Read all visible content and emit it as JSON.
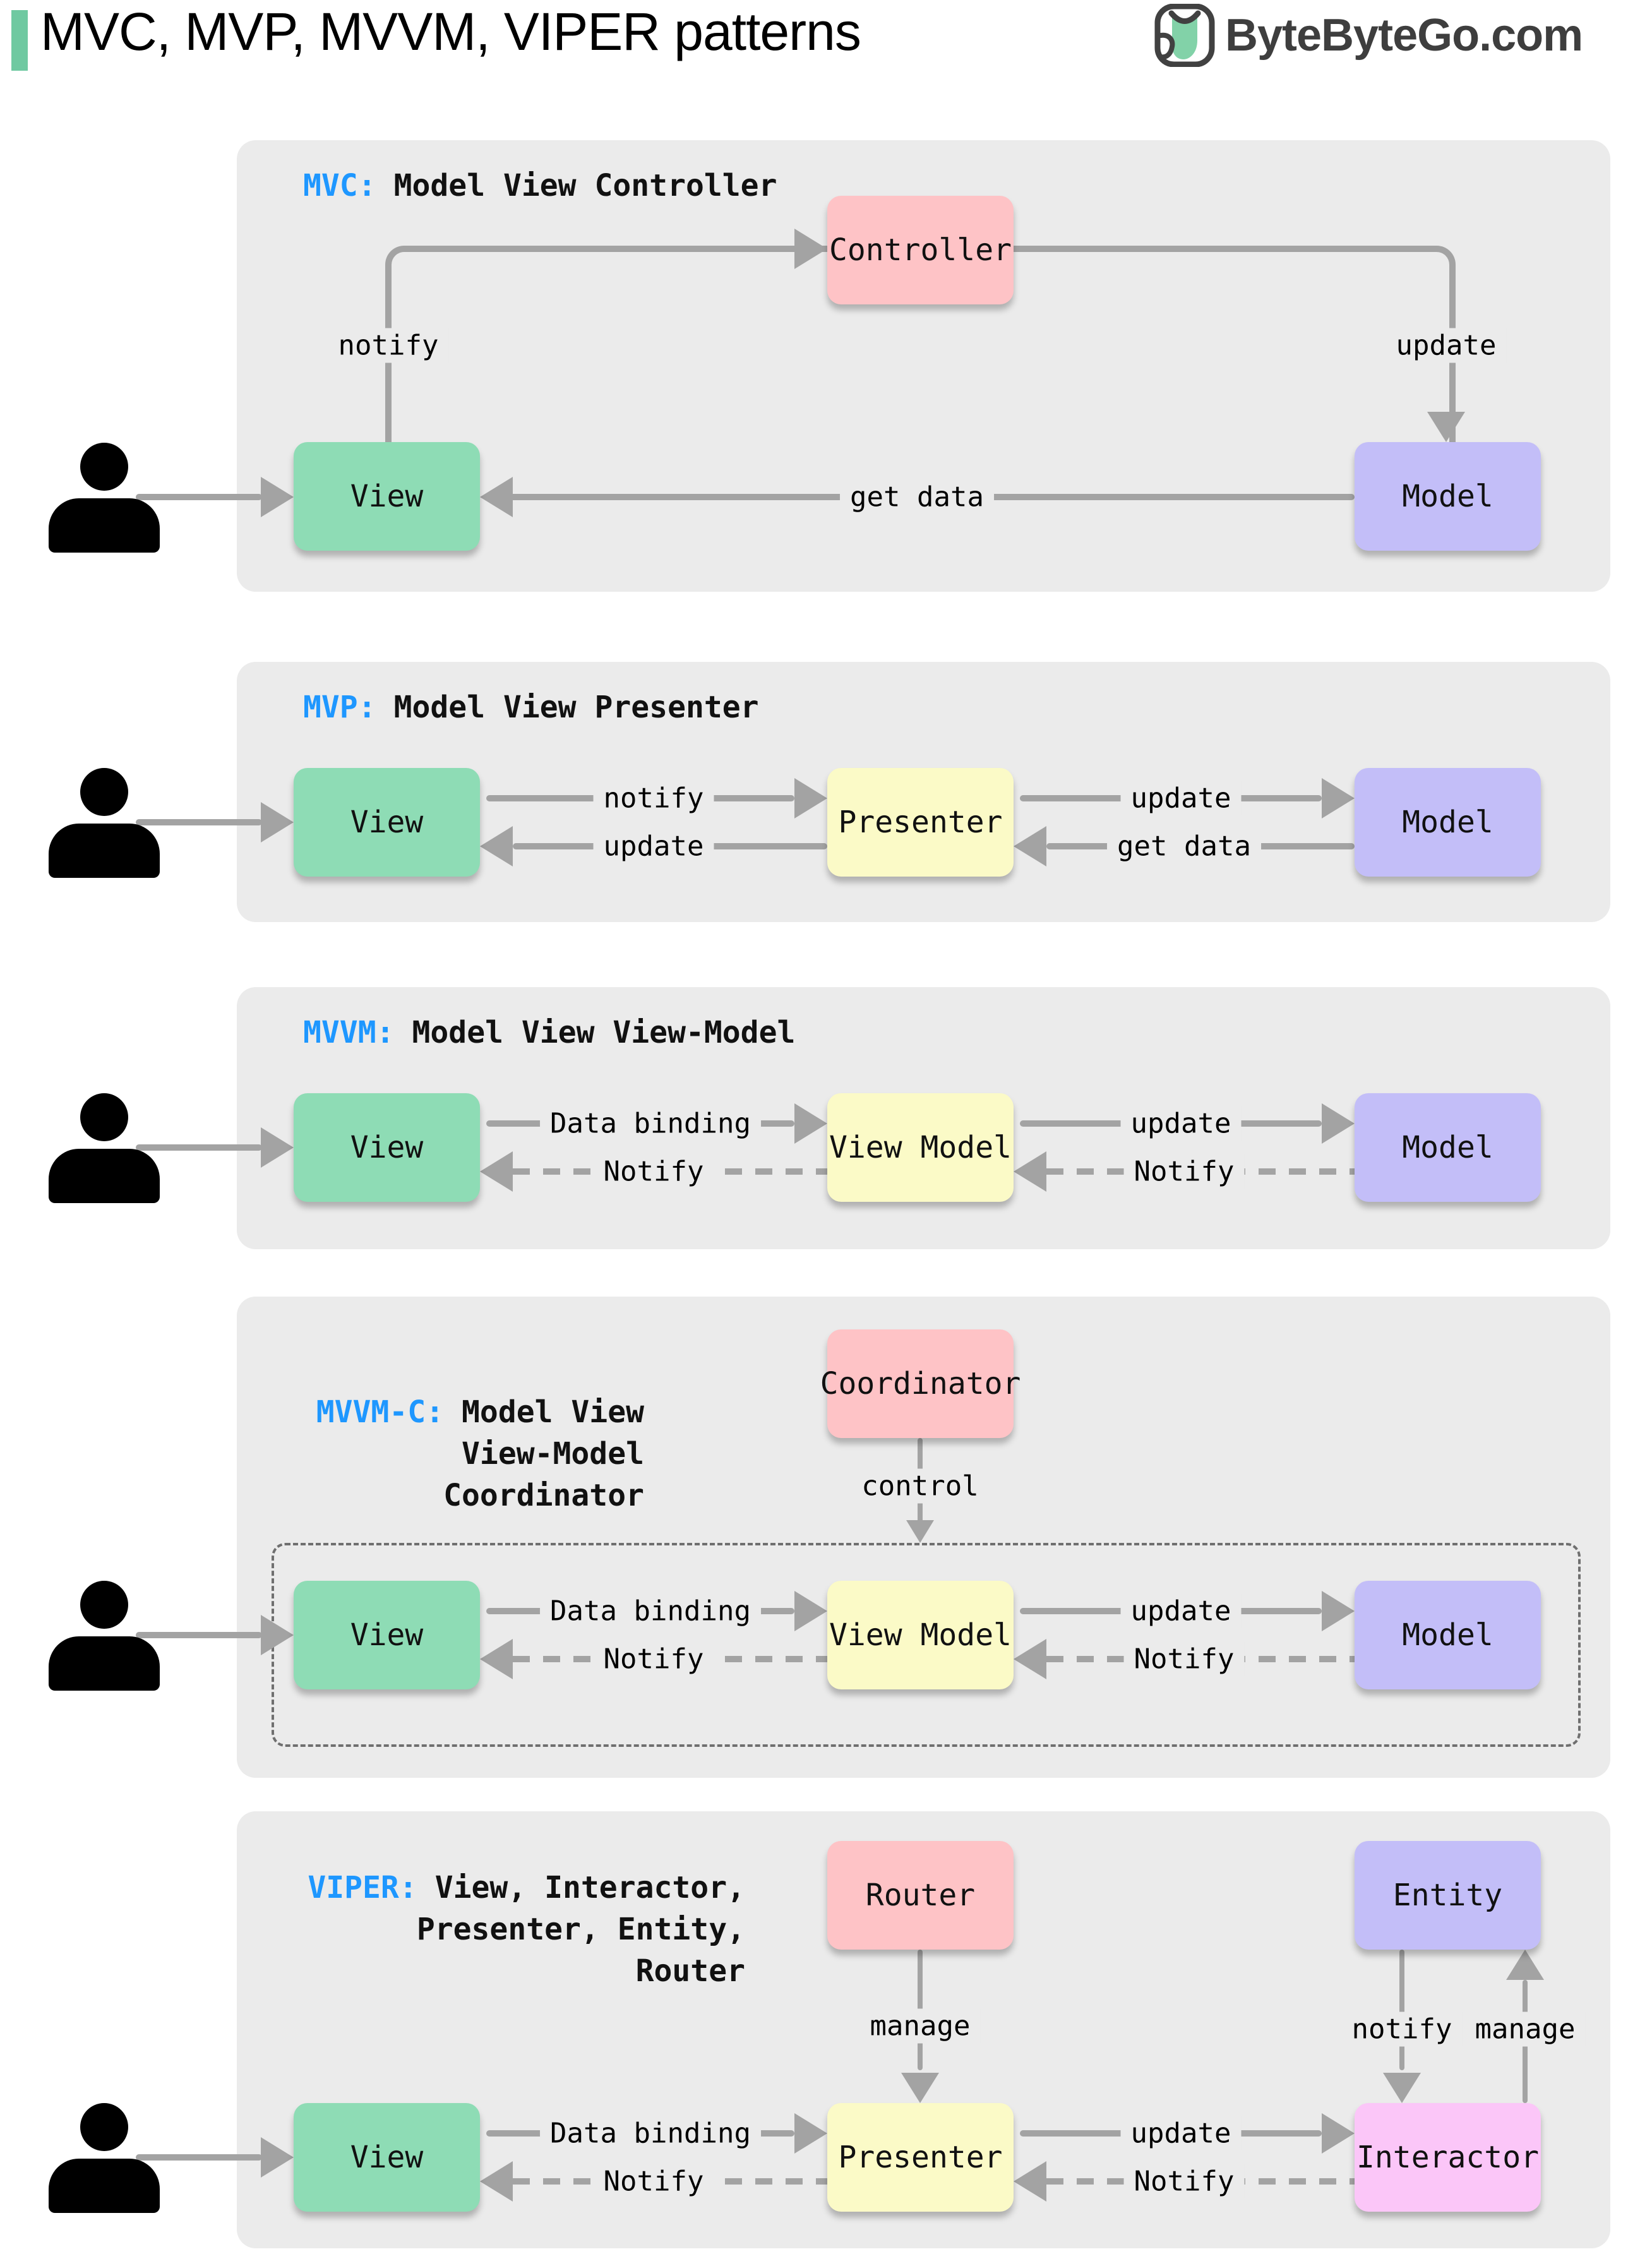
{
  "header": {
    "title": "MVC, MVP, MVVM, VIPER patterns",
    "brand": "ByteByteGo.com"
  },
  "icons": {
    "person": "person-silhouette",
    "brand": "bytebytego-owl"
  },
  "colors": {
    "accent_blue": "#1e97ff",
    "panel_bg": "#ebebeb",
    "title_bar_green": "#6fc9a1",
    "box_green": "#8edcb5",
    "box_yellow": "#fbfac7",
    "box_purple": "#c3bef8",
    "box_pink": "#fec3c6",
    "box_magenta": "#fbc6f8",
    "arrow_gray": "#a3a3a3",
    "logo_gray": "#3e3e3e"
  },
  "panels": [
    {
      "prefix": "MVC:",
      "title": "Model View Controller",
      "boxes": {
        "view": "View",
        "controller": "Controller",
        "model": "Model"
      },
      "labels": {
        "notify": "notify",
        "update": "update",
        "get_data": "get data"
      }
    },
    {
      "prefix": "MVP:",
      "title": "Model View Presenter",
      "boxes": {
        "view": "View",
        "presenter": "Presenter",
        "model": "Model"
      },
      "labels": {
        "notify": "notify",
        "update_to_view": "update",
        "update_to_model": "update",
        "get_data": "get data"
      }
    },
    {
      "prefix": "MVVM:",
      "title": "Model View View-Model",
      "boxes": {
        "view": "View",
        "view_model": "View Model",
        "model": "Model"
      },
      "labels": {
        "data_binding": "Data binding",
        "notify_to_view": "Notify",
        "update": "update",
        "notify_to_view_model": "Notify"
      }
    },
    {
      "prefix": "MVVM-C:",
      "title_lines": [
        "Model View",
        "View-Model",
        "Coordinator"
      ],
      "boxes": {
        "coordinator": "Coordinator",
        "view": "View",
        "view_model": "View Model",
        "model": "Model"
      },
      "labels": {
        "control": "control",
        "data_binding": "Data binding",
        "notify_to_view": "Notify",
        "update": "update",
        "notify_to_view_model": "Notify"
      }
    },
    {
      "prefix": "VIPER:",
      "title_lines": [
        "View, Interactor,",
        "Presenter, Entity,",
        "Router"
      ],
      "boxes": {
        "router": "Router",
        "entity": "Entity",
        "view": "View",
        "presenter": "Presenter",
        "interactor": "Interactor"
      },
      "labels": {
        "manage_presenter": "manage",
        "notify_interactor": "notify",
        "manage_entity": "manage",
        "data_binding": "Data binding",
        "notify_to_view": "Notify",
        "update": "update",
        "notify_to_presenter": "Notify"
      }
    }
  ]
}
